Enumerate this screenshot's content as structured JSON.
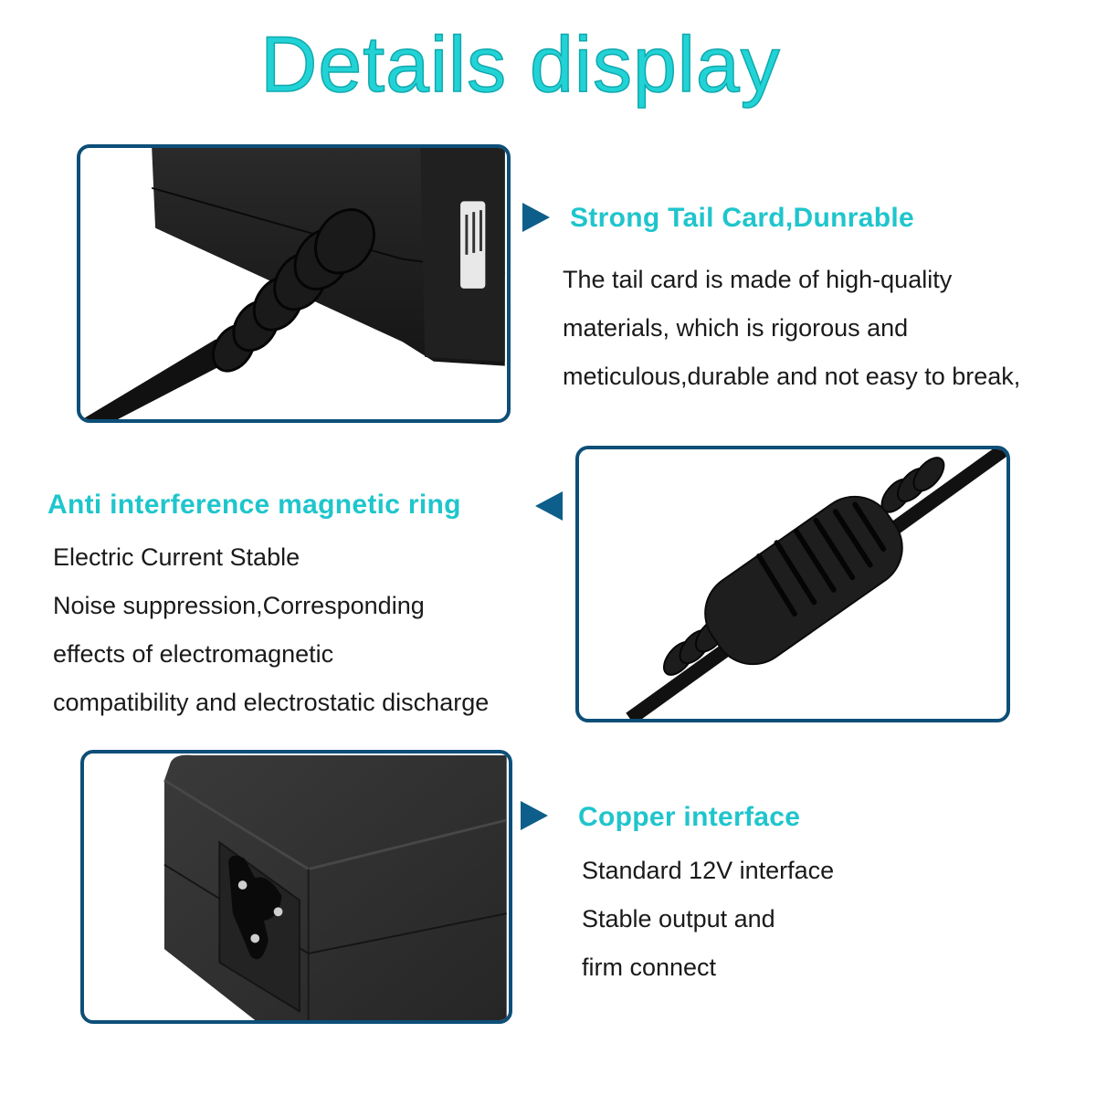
{
  "page": {
    "title": "Details display",
    "colors": {
      "title": "#22d3d6",
      "heading": "#1fc5cc",
      "frame_border": "#0d4f78",
      "arrow": "#0d5e8a",
      "body_text": "#1a1a1a",
      "product": "#1e1e1e"
    }
  },
  "features": [
    {
      "heading": "Strong Tail Card,Dunrable",
      "arrow": "arrow-right",
      "image": "adapter-tail-strain-relief-photo",
      "lines": [
        "The tail card is made of high-quality",
        "materials, which is rigorous and",
        "meticulous,durable and not easy to break,"
      ]
    },
    {
      "heading": "Anti interference magnetic ring",
      "arrow": "arrow-left",
      "image": "ferrite-magnetic-ring-photo",
      "lines": [
        "Electric Current Stable",
        "Noise suppression,Corresponding",
        "effects of electromagnetic",
        "compatibility and electrostatic discharge"
      ]
    },
    {
      "heading": "Copper interface",
      "arrow": "arrow-right",
      "image": "adapter-c6-socket-photo",
      "lines": [
        "Standard 12V interface",
        "Stable output and",
        "firm connect"
      ]
    }
  ]
}
